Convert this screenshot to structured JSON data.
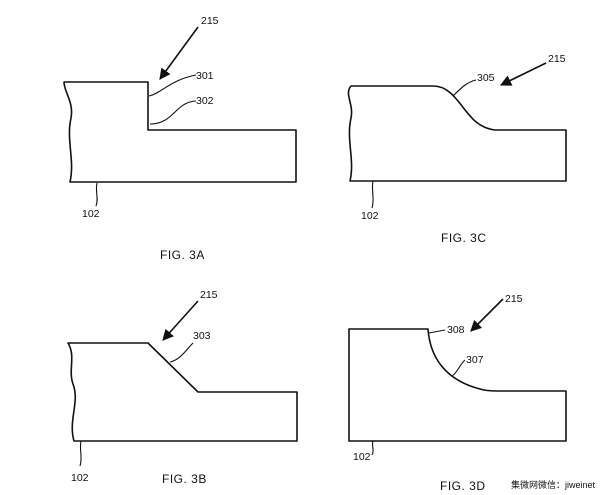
{
  "figures": [
    {
      "caption": "FIG. 3A",
      "arrow_ref": "215",
      "refs": [
        "301",
        "302"
      ],
      "base_ref": "102"
    },
    {
      "caption": "FIG. 3B",
      "arrow_ref": "215",
      "refs": [
        "303"
      ],
      "base_ref": "102"
    },
    {
      "caption": "FIG. 3C",
      "arrow_ref": "215",
      "refs": [
        "305"
      ],
      "base_ref": "102"
    },
    {
      "caption": "FIG. 3D",
      "arrow_ref": "215",
      "refs": [
        "308",
        "307"
      ],
      "base_ref": "102"
    }
  ],
  "watermark": "集微网微信：jiweinet"
}
